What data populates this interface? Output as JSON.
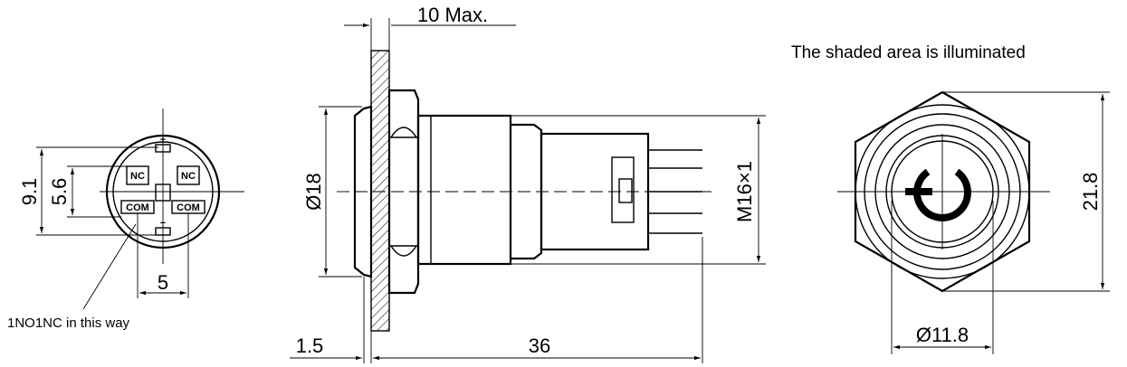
{
  "labels": {
    "dim_panel_max": "10 Max.",
    "note_illuminated": "The shaded area is illuminated",
    "dim_pins_outer": "9.1",
    "dim_pins_inner": "5.6",
    "dim_pin_pitch": "5",
    "note_contacts": "1NO1NC in this way",
    "dim_bezel_dia": "Ø18",
    "dim_thread": "M16×1",
    "dim_flange": "1.5",
    "dim_length": "36",
    "dim_hex": "21.8",
    "dim_lens_dia": "Ø11.8"
  },
  "pin_marks": {
    "plus": "+",
    "minus": "−",
    "nc_left": "NC",
    "nc_right": "NC",
    "com_left": "COM",
    "com_right": "COM"
  }
}
